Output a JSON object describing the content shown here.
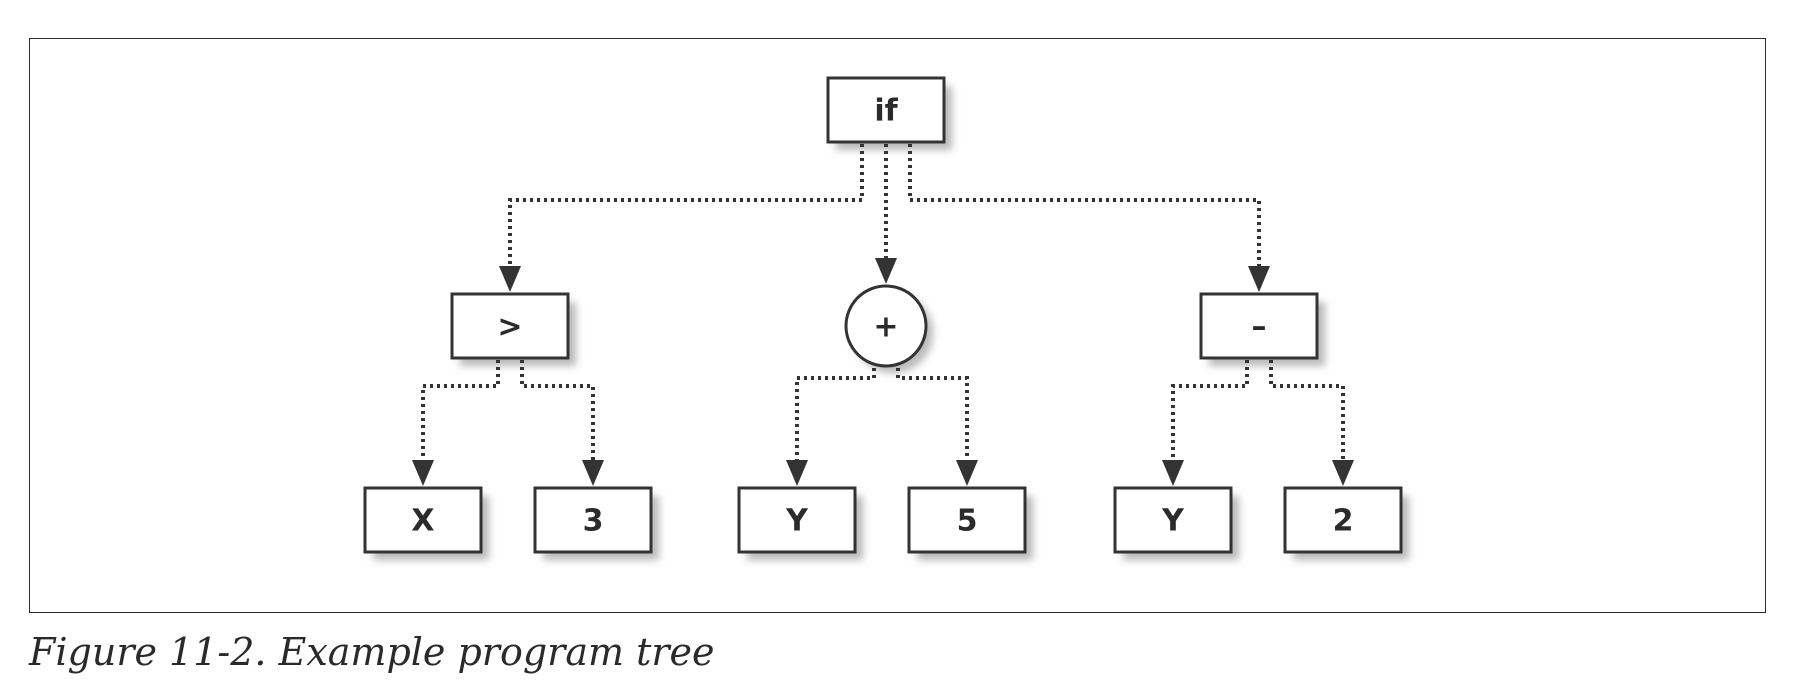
{
  "caption": "Figure 11-2. Example program tree",
  "tree": {
    "nodes": [
      {
        "id": "if",
        "label": "if",
        "shape": "rect"
      },
      {
        "id": "gt",
        "label": ">",
        "shape": "rect"
      },
      {
        "id": "plus",
        "label": "+",
        "shape": "circle"
      },
      {
        "id": "minus",
        "label": "–",
        "shape": "rect"
      },
      {
        "id": "x",
        "label": "X",
        "shape": "rect"
      },
      {
        "id": "three",
        "label": "3",
        "shape": "rect"
      },
      {
        "id": "y1",
        "label": "Y",
        "shape": "rect"
      },
      {
        "id": "five",
        "label": "5",
        "shape": "rect"
      },
      {
        "id": "y2",
        "label": "Y",
        "shape": "rect"
      },
      {
        "id": "two",
        "label": "2",
        "shape": "rect"
      }
    ],
    "edges": [
      {
        "from": "if",
        "to": "gt"
      },
      {
        "from": "if",
        "to": "plus"
      },
      {
        "from": "if",
        "to": "minus"
      },
      {
        "from": "gt",
        "to": "x"
      },
      {
        "from": "gt",
        "to": "three"
      },
      {
        "from": "plus",
        "to": "y1"
      },
      {
        "from": "plus",
        "to": "five"
      },
      {
        "from": "minus",
        "to": "y2"
      },
      {
        "from": "minus",
        "to": "two"
      }
    ]
  }
}
